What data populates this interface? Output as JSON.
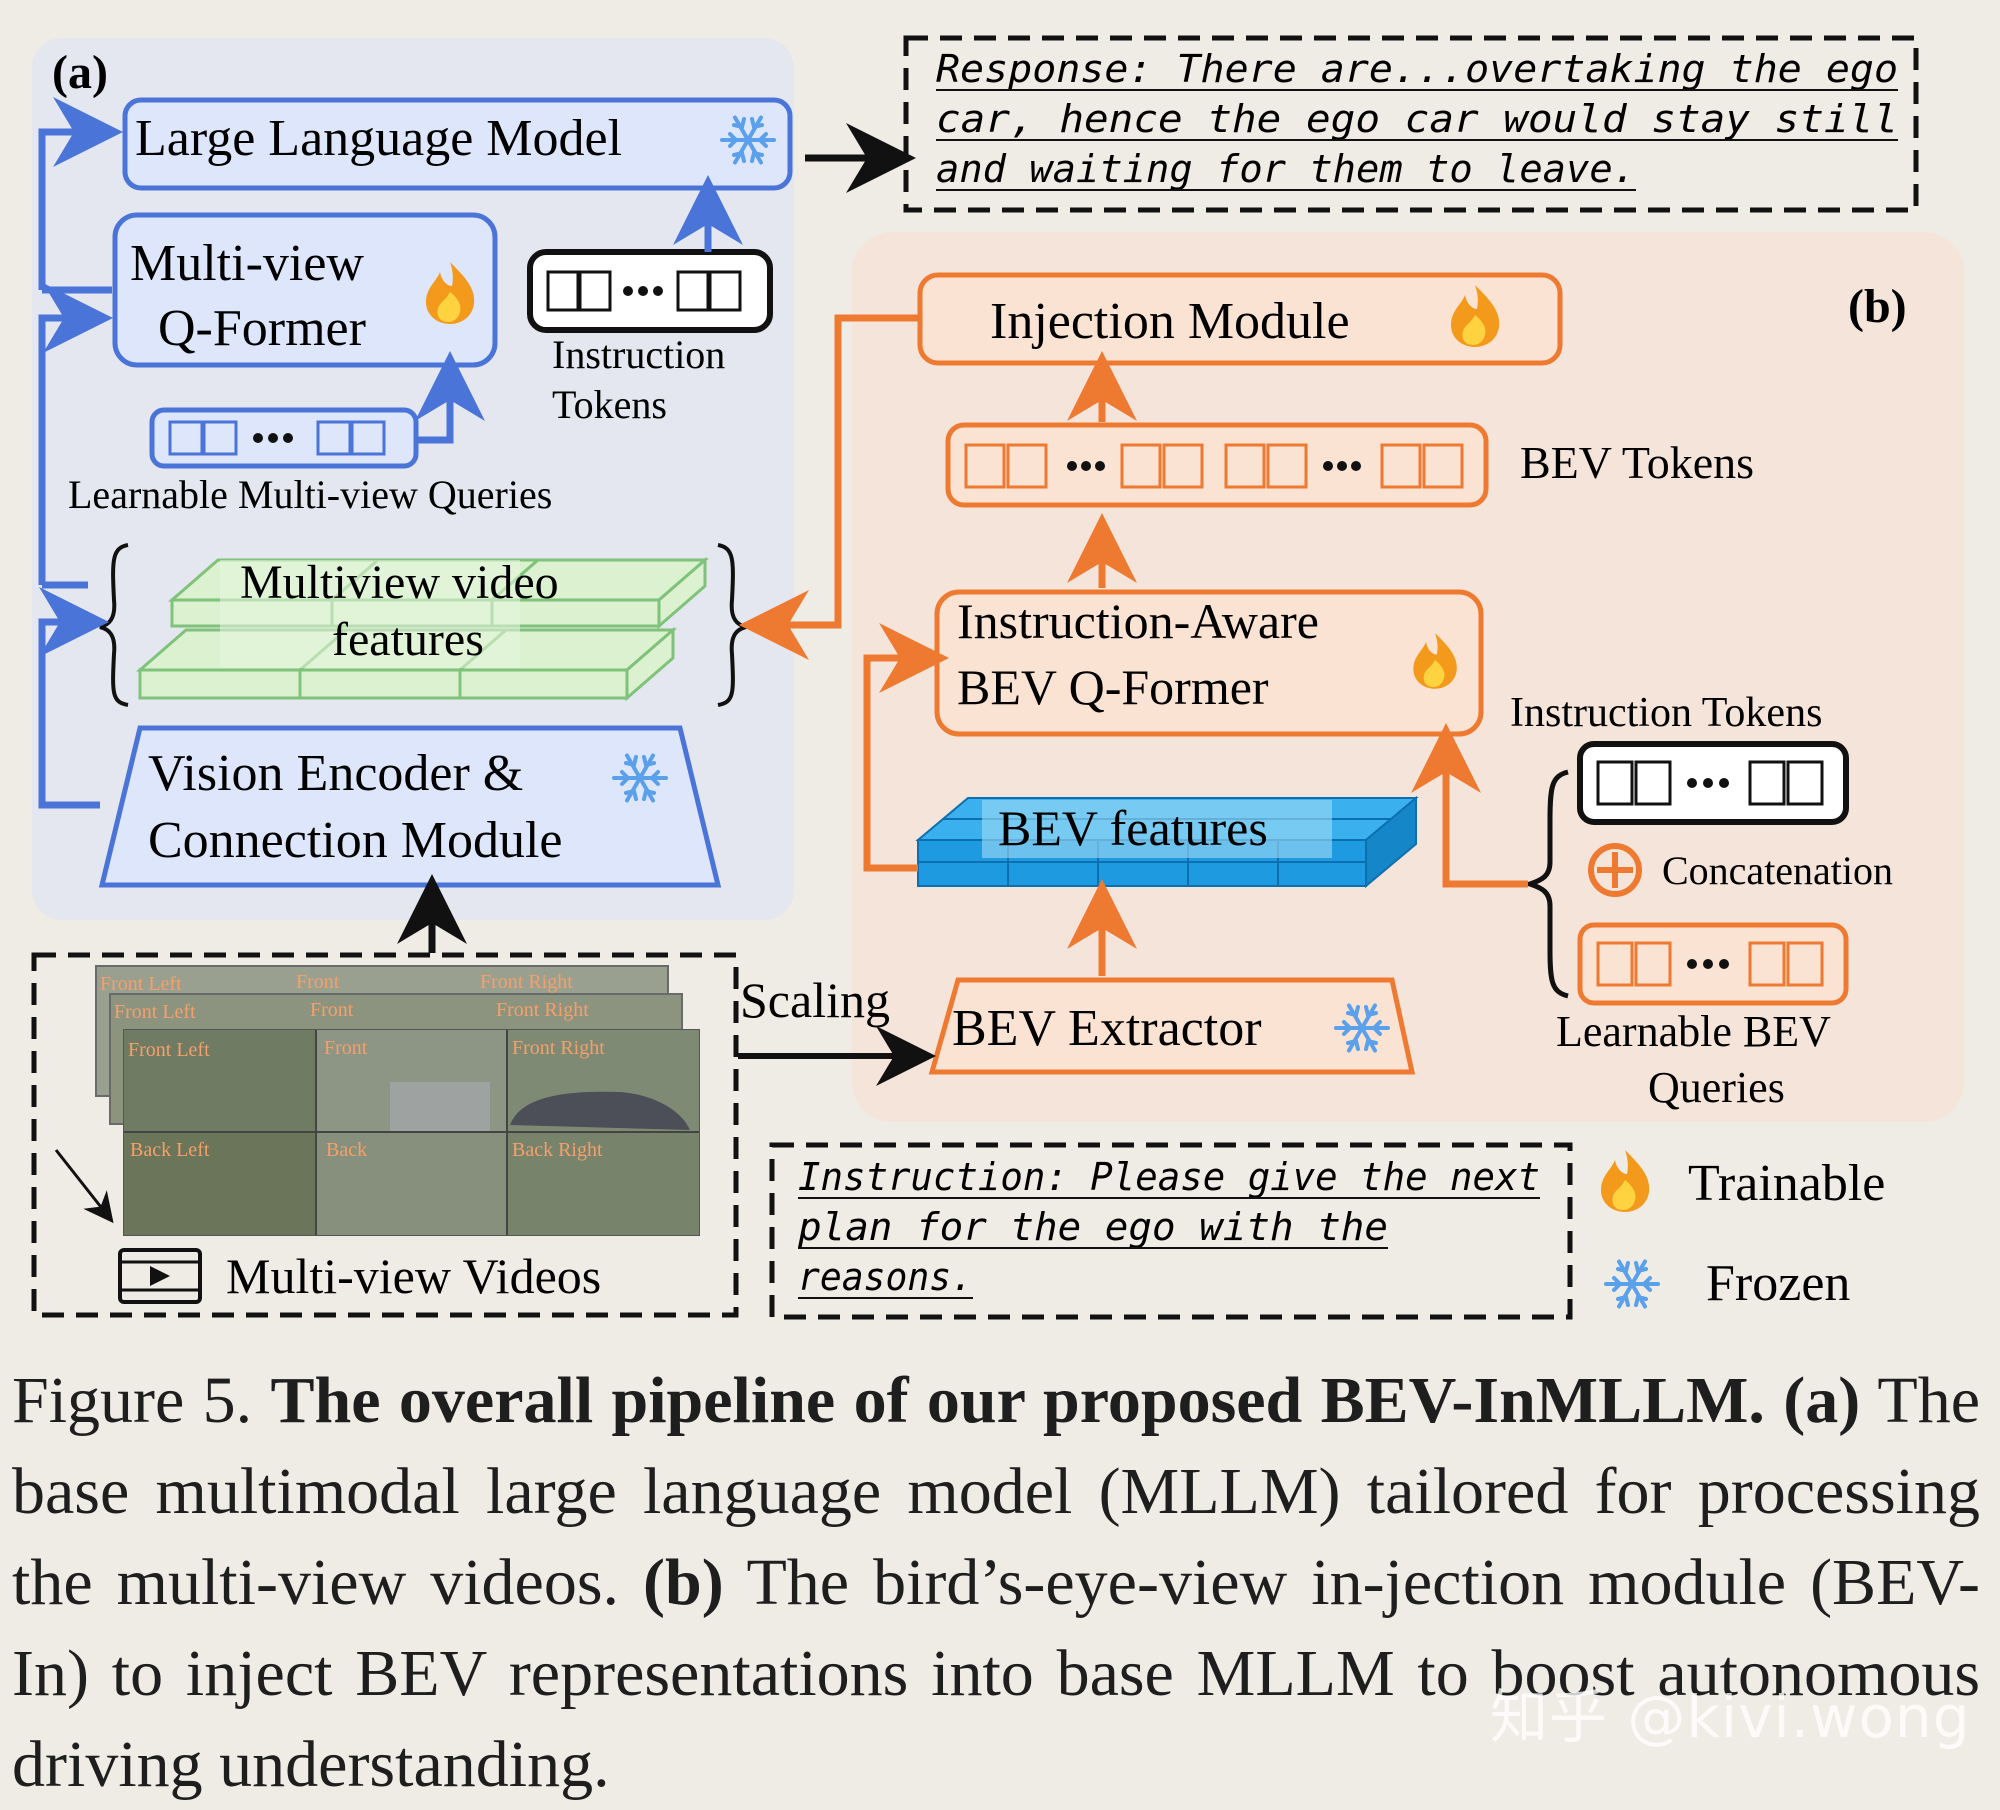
{
  "panel_a": {
    "label": "(a)",
    "llm": "Large Language Model",
    "qformer_line1": "Multi-view",
    "qformer_line2": "Q-Former",
    "instruction_tokens_line1": "Instruction",
    "instruction_tokens_line2": "Tokens",
    "learnable_queries": "Learnable Multi-view Queries",
    "video_features_line1": "Multiview video",
    "video_features_line2": "features",
    "vision_encoder_line1": "Vision Encoder &",
    "vision_encoder_line2": "Connection Module"
  },
  "response": {
    "line1": "Response:  There  are...overtaking  the  ego",
    "line2": "car,  hence  the  ego  car  would  stay  still",
    "line3": "and  waiting  for  them  to  leave."
  },
  "panel_b": {
    "label": "(b)",
    "injection": "Injection Module",
    "bev_tokens": "BEV Tokens",
    "ia_qformer_line1": "Instruction-Aware",
    "ia_qformer_line2": "BEV  Q-Former",
    "instruction_tokens": "Instruction Tokens",
    "concatenation": "Concatenation",
    "bev_features": "BEV features",
    "bev_extractor": "BEV Extractor",
    "learnable_bev_line1": "Learnable  BEV",
    "learnable_bev_line2": "Queries"
  },
  "videos": {
    "labels_row1": [
      "Front Left",
      "Front",
      "Front Right"
    ],
    "labels_row2": [
      "Back Left",
      "Back",
      "Back Right"
    ],
    "caption": "Multi-view Videos",
    "scaling": "Scaling"
  },
  "instruction": {
    "line1": "Instruction:  Please  give  the  next",
    "line2": "plan  for  the  ego  with  the",
    "line3": "reasons."
  },
  "legend": {
    "trainable": "Trainable",
    "frozen": "Frozen"
  },
  "caption": {
    "fig": "Figure 5.",
    "title": "The overall pipeline of our proposed BEV-InMLLM.",
    "a": "(a)",
    "a_text": "The base multimodal large language model (MLLM) tailored for processing the multi-view videos.",
    "b": "(b)",
    "b_text": "The bird’s-eye-view in-jection module (BEV-In) to inject BEV representations into base MLLM to boost autonomous driving understanding."
  },
  "watermark": "知乎 @kivi.wong",
  "colors": {
    "blue": "#4a74d8",
    "blue_fill": "#dde6fb",
    "orange": "#ee7a32",
    "orange_fill": "#fbe3d3",
    "panel_a_bg": "#e4e7ef",
    "panel_b_bg": "#f5e4d9",
    "green_fill": "#dbf1cf",
    "green_stroke": "#7fc27a",
    "bev_cyan": "#1e9be0"
  }
}
